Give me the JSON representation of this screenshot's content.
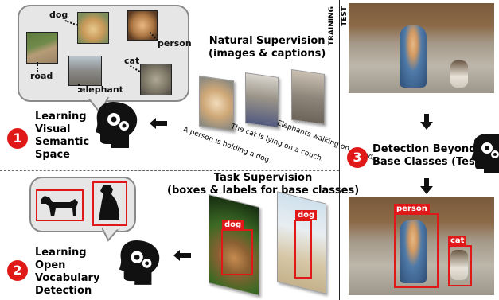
{
  "step1": {
    "number": "1",
    "lines": [
      "Learning",
      "Visual",
      "Semantic",
      "Space"
    ]
  },
  "step2": {
    "number": "2",
    "lines": [
      "Learning",
      "Open",
      "Vocabulary",
      "Detection"
    ]
  },
  "step3": {
    "number": "3",
    "lines": [
      "Detection Beyond",
      "Base Classes (Test)"
    ]
  },
  "concepts": {
    "dog": "dog",
    "person": "person",
    "road": "road",
    "elephant": "elephant",
    "cat": "cat"
  },
  "natural_supervision": {
    "title_lines": [
      "Natural Supervision",
      "(images & captions)"
    ]
  },
  "captions": [
    "A person is holding a dog.",
    "The cat is lying on a couch.",
    "Elephants walking on a road."
  ],
  "task_supervision": {
    "title_lines": [
      "Task Supervision",
      "(boxes & labels for base classes)"
    ]
  },
  "task_labels": {
    "dog1": "dog",
    "dog2": "dog"
  },
  "phase_labels": {
    "training": "TRAINING",
    "test": "TEST"
  },
  "test_labels": {
    "person": "person",
    "cat": "cat"
  },
  "colors": {
    "accent_red": "#e01818",
    "bubble_fill": "#e6e6e6"
  }
}
